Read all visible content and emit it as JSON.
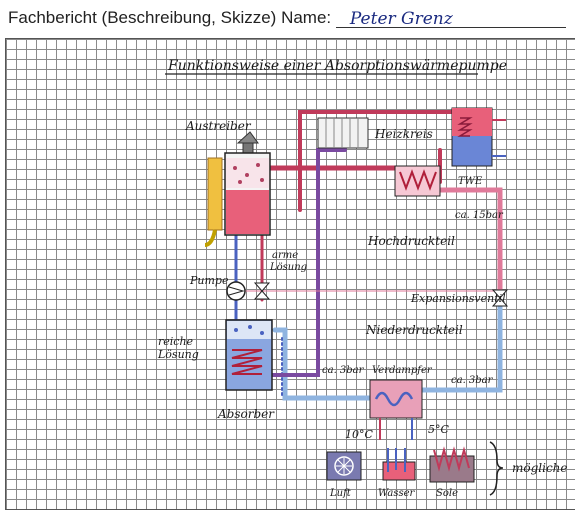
{
  "header": {
    "label": "Fachbericht (Beschreibung, Skizze) Name:",
    "name": "Peter Grenz"
  },
  "sketch": {
    "title": "Funktionsweise einer Absorptionswärmepumpe",
    "labels": {
      "austreiber": "Austreiber",
      "heizkreis": "Heizkreis",
      "twe": "TWE",
      "pressure_high_value": "ca. 15bar",
      "hochdruckteil": "Hochdruckteil",
      "arme_loesung_1": "arme",
      "arme_loesung_2": "Lösung",
      "pumpe": "Pumpe",
      "expansionsventil": "Expansionsventil",
      "niederdruckteil": "Niederdruckteil",
      "reiche_loesung_1": "reiche",
      "reiche_loesung_2": "Lösung",
      "pressure_low_left": "ca. 3bar",
      "verdampfer": "Verdampfer",
      "pressure_low_right": "ca. 3bar",
      "absorber": "Absorber",
      "temp_left": "10°C",
      "temp_right": "5°C",
      "moegliche": "mögliche",
      "source_luft": "Luft",
      "source_wasser": "Wasser",
      "source_sole": "Sole"
    }
  },
  "colors": {
    "pipe_red": "#c03a5a",
    "pipe_blue": "#4a62c0",
    "pipe_lightblue": "#8fb4e0",
    "pipe_pink": "#e07a9a",
    "tank_red": "#e8607a",
    "tank_blue": "#6a86d6",
    "ink": "#1a1a1a",
    "name_ink": "#1a2a80"
  }
}
